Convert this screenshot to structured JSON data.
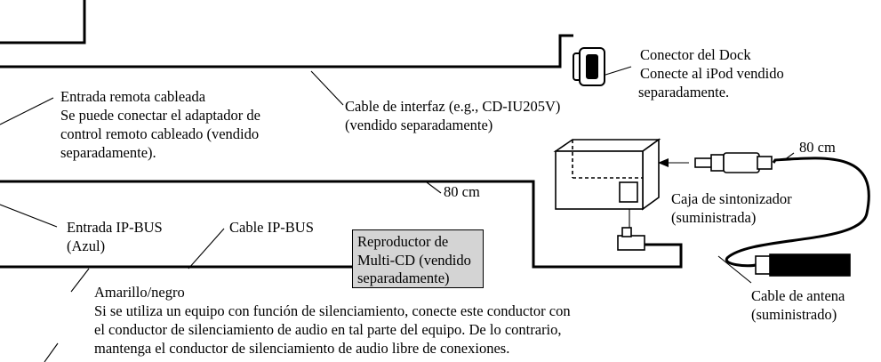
{
  "labels": {
    "dock_connector": [
      "Conector del Dock",
      "Conecte al iPod vendido",
      "separadamente."
    ],
    "interface_cable": [
      "Cable de interfaz (e.g., CD-IU205V)",
      "(vendido separadamente)"
    ],
    "wired_remote": [
      "Entrada remota cableada",
      "Se puede conectar el adaptador de",
      "control remoto cableado (vendido",
      "separadamente)."
    ],
    "length_upper": "80 cm",
    "length_lower": "80 cm",
    "tuner_box": [
      "Caja de sintonizador",
      "(suministrada)"
    ],
    "ipbus_input": [
      "Entrada IP-BUS",
      "(Azul)"
    ],
    "ipbus_cable": "Cable IP-BUS",
    "multi_cd": [
      "Reproductor de",
      "Multi-CD (vendido",
      "separadamente)"
    ],
    "antenna_cable": [
      "Cable de antena",
      "(suministrado)"
    ],
    "mute": [
      "Amarillo/negro",
      "Si se utiliza un equipo con función de silenciamiento, conecte este conductor con",
      "el conductor de silenciamiento de audio en tal parte del equipo. De lo contrario,",
      "mantenga el conductor de silenciamiento de audio libre de conexiones."
    ]
  }
}
